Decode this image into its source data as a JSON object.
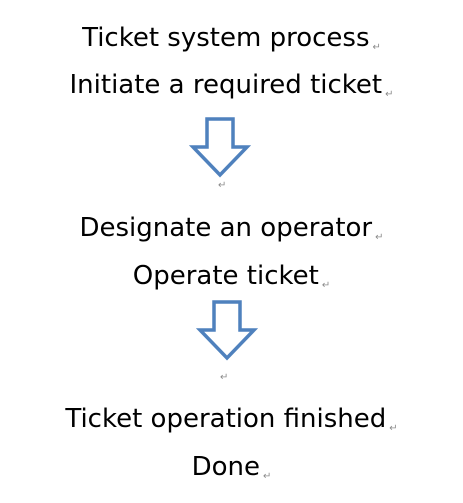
{
  "title": "Ticket system process",
  "steps": [
    "Initiate a required ticket",
    "Designate an operator",
    "Operate ticket",
    "Ticket operation finished",
    "Done"
  ],
  "paragraph_mark": "↵",
  "arrow_color": "#4f81bd",
  "icons": {
    "arrow": "down-arrow-icon"
  }
}
